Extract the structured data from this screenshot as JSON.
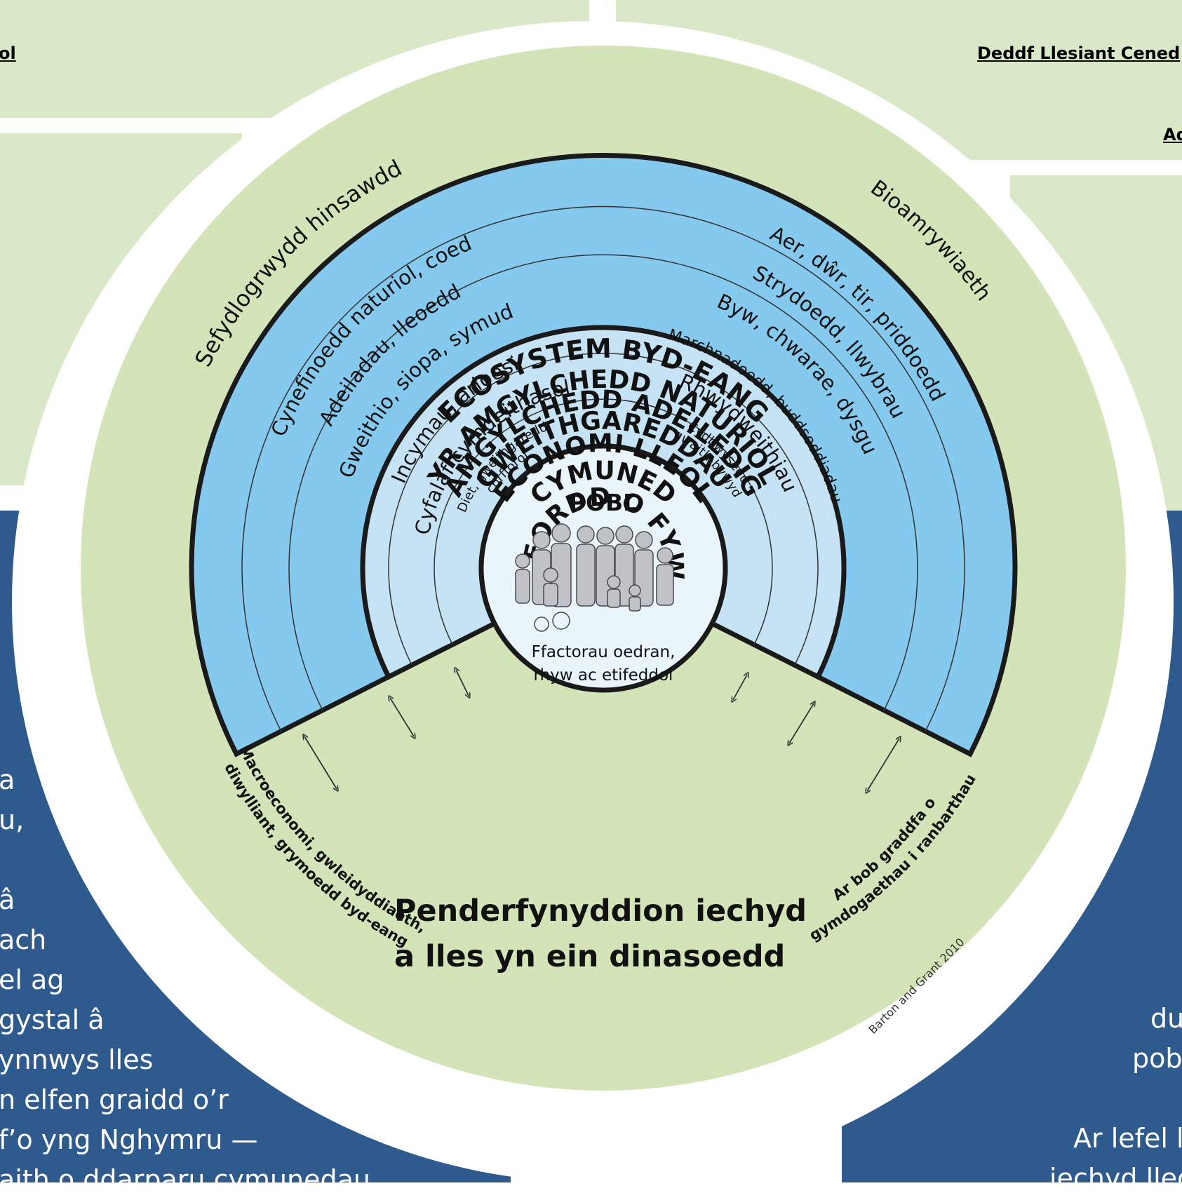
{
  "background_panels": {
    "top_left_heading": "ol",
    "top_right_heading": "Deddf Llesiant Cened",
    "right_subheading": "Adr",
    "left_text_lines": [
      "a",
      "u,",
      "",
      "â",
      "ach",
      "el ag",
      "gystal â",
      "ynnwys lles",
      "n elfen graidd o’r",
      "f’o yng Nghymru —",
      "aith o ddarparu cymunedau"
    ],
    "right_text_lines": [
      "du",
      "pob",
      "",
      "Ar lefel le",
      "iechyd lleol"
    ]
  },
  "diagram": {
    "rings": {
      "ecosystem": "ECOSYSTEM BYD-EANG",
      "natural": "YR AMGYLCHEDD NATURIOL",
      "built": "AMGYLCHEDD ADEILEDIG",
      "activities": "GWEITHGAREDDAU",
      "economy": "ECONOMI LLEOL",
      "community": "CYMUNED",
      "lifestyle": "FFORDD O FYW",
      "people": "POBL"
    },
    "left_labels": {
      "climate": "Sefydlogrwydd hinsawdd",
      "habitats": "Cynefinoedd naturiol, coed",
      "buildings": "Adeiladau, lleoedd",
      "working": "Gweithio, siopa, symud",
      "income": "Incymau, arloesi",
      "social": "Cyfalaf cymdeithasol",
      "diet_1": "Diet, gweithgaredd",
      "diet_2": "corfforol"
    },
    "right_labels": {
      "biodiversity": "Bioamrywiaeth",
      "air": "Aer, dŵr, tir, priddoedd",
      "streets": "Strydoedd, llwybrau",
      "living": "Byw, chwarae, dysgu",
      "markets": "Marchnadoedd, buddsoddiadau",
      "networks": "Rhwydweithiau",
      "balance_1": "Cydbwysedd",
      "balance_2": "gwaith-bywyd"
    },
    "center_text_1": "Ffactorau oedran,",
    "center_text_2": "rhyw ac etifeddol",
    "scale_left_1": "Macroeconomi, gwleidyddiaeth,",
    "scale_left_2": "diwylliant, grymoedd byd-eang",
    "scale_right_1": "Ar bob graddfa o",
    "scale_right_2": "gymdogaethau i ranbarthau",
    "title_line_1": "Penderfynyddion iechyd",
    "title_line_2": "a lles yn ein dinasoedd",
    "credit": "Barton and Grant 2010"
  },
  "colors": {
    "panel_green": "#d9e8c6",
    "panel_navy": "#2e5a8d",
    "outer_blue": "#85c9ee",
    "inner_blue": "#c6e3f5",
    "center_fill": "#e9f4fb",
    "diagram_green": "#d3e4b8"
  }
}
